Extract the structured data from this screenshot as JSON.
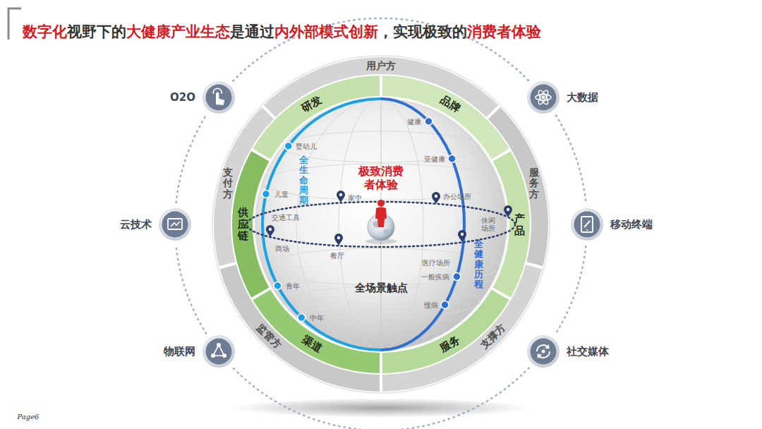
{
  "diagram": {
    "title": "数字化视野下的大健康产业生态是通过内外部模式创新，实现极致的消费者体验",
    "nodes": [
      {
        "text": [
          "O2O"
        ]
      },
      {
        "text": [
          "大数据"
        ]
      },
      {
        "text": [
          "移动终端"
        ]
      },
      {
        "text": [
          "社交媒体"
        ]
      },
      {
        "text": [
          "物联网"
        ]
      },
      {
        "text": [
          "云技术"
        ]
      },
      {
        "text": [
          "用户方"
        ]
      },
      {
        "text": [
          "服务方"
        ]
      },
      {
        "text": [
          "支撑方"
        ]
      },
      {
        "text": [
          "监管方"
        ]
      },
      {
        "text": [
          "支付方"
        ]
      },
      {
        "text": [
          "研发"
        ]
      },
      {
        "text": [
          "品牌"
        ]
      },
      {
        "text": [
          "产品"
        ]
      },
      {
        "text": [
          "服务"
        ]
      },
      {
        "text": [
          "渠道"
        ]
      },
      {
        "text": [
          "供应链"
        ]
      },
      {
        "text": [
          "极致消费者体验"
        ]
      }
    ],
    "edges": [
      {
        "from": 0,
        "to": 1,
        "arrow": "none"
      },
      {
        "from": 1,
        "to": 2,
        "arrow": "none"
      },
      {
        "from": 2,
        "to": 3,
        "arrow": "none"
      },
      {
        "from": 3,
        "to": 4,
        "arrow": "none"
      },
      {
        "from": 4,
        "to": 5,
        "arrow": "none"
      },
      {
        "from": 5,
        "to": 0,
        "arrow": "none"
      }
    ],
    "labels": [
      "全生命周期",
      "全健康历程",
      "全场景触点",
      "婴幼儿",
      "儿童",
      "青年",
      "中年",
      "健康",
      "亚健康",
      "一般疾病",
      "慢病",
      "家中",
      "办公场所",
      "休闲场所",
      "医疗场所",
      "餐厅",
      "商场",
      "交通工具",
      "Page6"
    ]
  }
}
